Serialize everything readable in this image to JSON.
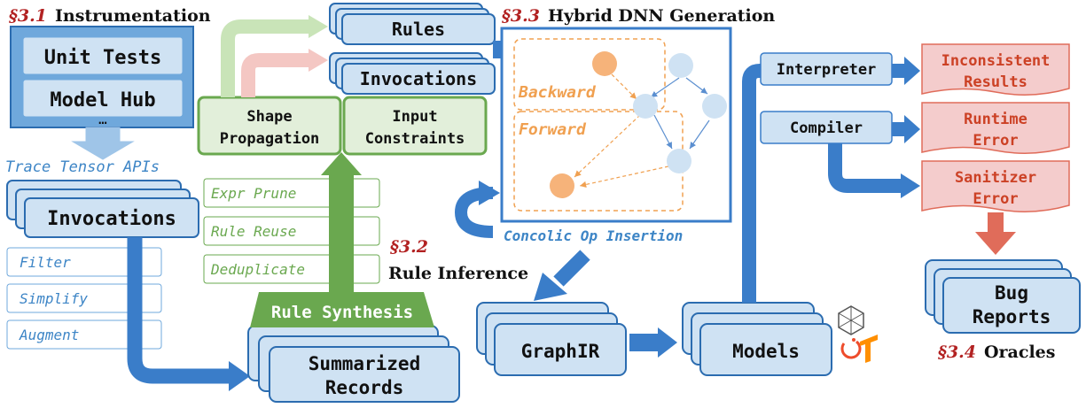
{
  "sections": {
    "s31": {
      "num": "§3.1",
      "title": "Instrumentation"
    },
    "s32": {
      "num": "§3.2",
      "title": "Rule Inference"
    },
    "s33": {
      "num": "§3.3",
      "title": "Hybrid DNN Generation"
    },
    "s34": {
      "num": "§3.4",
      "title": "Oracles"
    }
  },
  "instrumentation": {
    "sources": [
      "Unit Tests",
      "Model Hub",
      "…"
    ],
    "trace_label": "Trace Tensor APIs",
    "invocations": "Invocations",
    "filters": [
      "Filter",
      "Simplify",
      "Augment"
    ]
  },
  "inference": {
    "summarized": [
      "Summarized",
      "Records"
    ],
    "synthesis": "Rule Synthesis",
    "steps": [
      "Expr Prune",
      "Rule Reuse",
      "Deduplicate"
    ],
    "shape": [
      "Shape",
      "Propagation"
    ],
    "input": [
      "Input",
      "Constraints"
    ],
    "rules": "Rules",
    "invocations": "Invocations"
  },
  "generation": {
    "backward": "Backward",
    "forward": "Forward",
    "concolic": "Concolic Op Insertion",
    "graphir": "GraphIR",
    "models": "Models"
  },
  "oracles": {
    "interpreter": "Interpreter",
    "compiler": "Compiler",
    "inconsistent": [
      "Inconsistent",
      "Results"
    ],
    "runtime": [
      "Runtime",
      "Error"
    ],
    "sanitizer": [
      "Sanitizer",
      "Error"
    ],
    "bug": [
      "Bug",
      "Reports"
    ]
  },
  "colors": {
    "blue_fill": "#cfe2f3",
    "blue_dark": "#2b6cb0",
    "blue_arrow": "#3a7dc9",
    "green": "#6aa84f",
    "green_fill": "#e2efda",
    "red": "#e06c5a",
    "red_fill": "#f4cccc",
    "red_text": "#c0392b",
    "section_red": "#b22222",
    "orange": "#f6a05a"
  }
}
